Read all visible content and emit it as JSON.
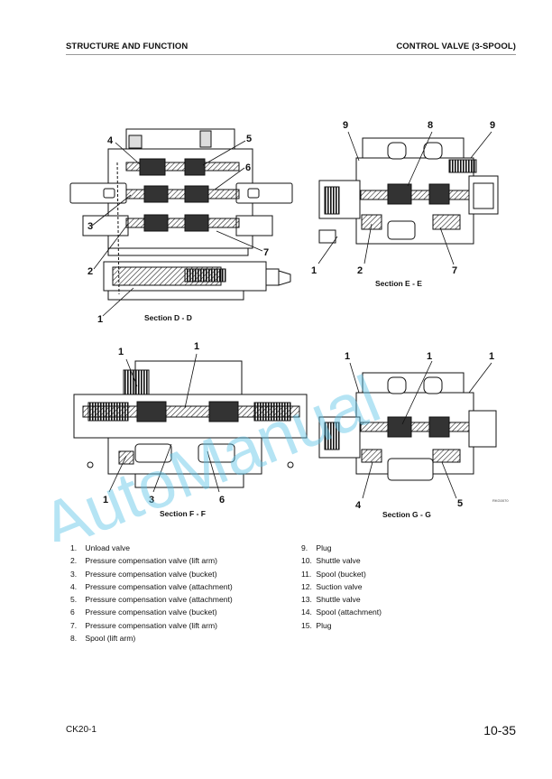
{
  "header": {
    "section_title": "STRUCTURE AND FUNCTION",
    "page_topic": "CONTROL VALVE (3-SPOOL)"
  },
  "diagrams": {
    "section_dd": {
      "caption": "Section D - D",
      "callouts": [
        "4",
        "5",
        "6",
        "3",
        "7",
        "2",
        "1"
      ]
    },
    "section_ee": {
      "caption": "Section E - E",
      "callouts": [
        "9",
        "8",
        "9",
        "1",
        "2",
        "7"
      ]
    },
    "section_ff": {
      "caption": "Section F - F",
      "callouts": [
        "1",
        "1",
        "1",
        "3",
        "6"
      ]
    },
    "section_gg": {
      "caption": "Section G - G",
      "callouts": [
        "1",
        "1",
        "1",
        "4",
        "5"
      ]
    },
    "drawing_code": "RKG0070"
  },
  "watermark": "AutoManual",
  "legend": {
    "left": [
      {
        "num": "1.",
        "text": "Unload valve"
      },
      {
        "num": "2.",
        "text": "Pressure compensation valve (lift arm)"
      },
      {
        "num": "3.",
        "text": "Pressure compensation valve (bucket)"
      },
      {
        "num": "4.",
        "text": "Pressure compensation valve (attachment)"
      },
      {
        "num": "5.",
        "text": "Pressure compensation valve (attachment)"
      },
      {
        "num": "6",
        "text": "Pressure compensation valve (bucket)"
      },
      {
        "num": "7.",
        "text": "Pressure compensation valve (lift arm)"
      },
      {
        "num": "8.",
        "text": "Spool (lift arm)"
      }
    ],
    "right": [
      {
        "num": "9.",
        "text": "Plug"
      },
      {
        "num": "10.",
        "text": "Shuttle valve"
      },
      {
        "num": "11.",
        "text": "Spool (bucket)"
      },
      {
        "num": "12.",
        "text": "Suction valve"
      },
      {
        "num": "13.",
        "text": "Shuttle valve"
      },
      {
        "num": "14.",
        "text": "Spool (attachment)"
      },
      {
        "num": "15.",
        "text": "Plug"
      }
    ]
  },
  "footer": {
    "model": "CK20-1",
    "page_number": "10-35"
  }
}
